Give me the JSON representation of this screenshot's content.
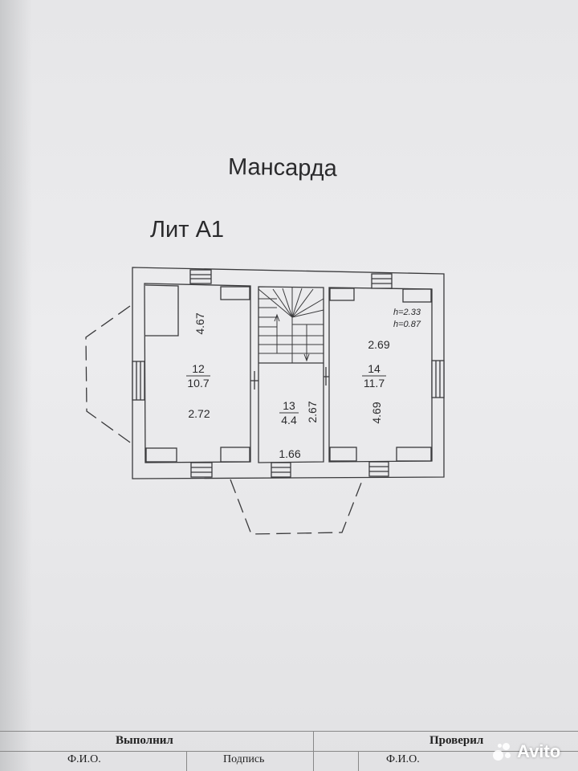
{
  "title": "Мансарда",
  "building_label": "Лит А1",
  "rooms": [
    {
      "number": "12",
      "area": "10.7",
      "dim_top": "4.67",
      "dim_bottom": "2.72"
    },
    {
      "number": "13",
      "area": "4.4",
      "dim_side": "2.67",
      "dim_bottom": "1.66"
    },
    {
      "number": "14",
      "area": "11.7",
      "dim_top": "2.69",
      "dim_side": "4.69",
      "height_1": "h=2.33",
      "height_2": "h=0.87"
    }
  ],
  "title_block": {
    "performed_by": "Выполнил",
    "checked_by": "Проверил",
    "name_1": "Ф.И.О.",
    "signature": "Подпись",
    "name_2": "Ф.И.О."
  },
  "watermark": {
    "text": "Avito",
    "icon": "avito-logo-icon"
  }
}
